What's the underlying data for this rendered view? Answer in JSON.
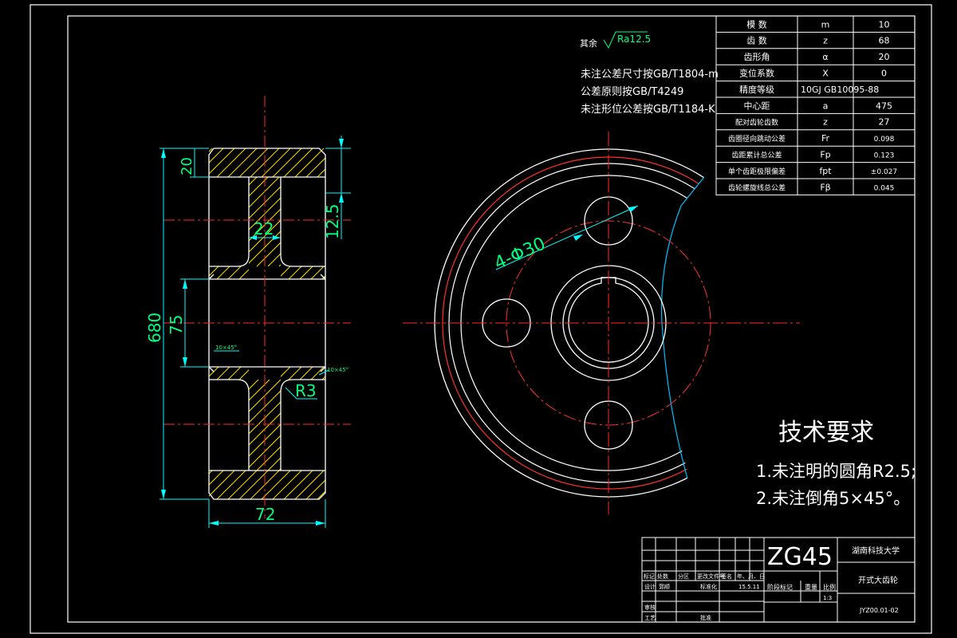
{
  "colors": {
    "background": "#000000",
    "frame": "#ffffff",
    "dimension": "#00ff7f",
    "extension": "#00ffff",
    "centerline": "#ff2a2a",
    "hatch": "#ffe000",
    "pitch_circle": "#ff3030",
    "leader": "#00bfff"
  },
  "roughness": {
    "prefix": "其余",
    "value": "Ra12.5"
  },
  "tolerance_notes": [
    "未注公差尺寸按GB/T1804-m",
    "公差原则按GB/T4249",
    "未注形位公差按GB/T1184-K"
  ],
  "gear_params": [
    {
      "name": "模  数",
      "symbol": "m",
      "value": "10"
    },
    {
      "name": "齿  数",
      "symbol": "z",
      "value": "68"
    },
    {
      "name": "齿形角",
      "symbol": "α",
      "value": "20"
    },
    {
      "name": "变位系数",
      "symbol": "X",
      "value": "0"
    },
    {
      "name": "精度等级",
      "symbol": "",
      "value": "10GJ GB10095-88"
    },
    {
      "name": "中心距",
      "symbol": "a",
      "value": "475"
    },
    {
      "name": "配对齿轮齿数",
      "symbol": "z",
      "value": "27"
    },
    {
      "name": "齿圈径向跳动公差",
      "symbol": "Fr",
      "value": "0.098"
    },
    {
      "name": "齿距累计总公差",
      "symbol": "Fp",
      "value": "0.123"
    },
    {
      "name": "单个齿距极限偏差",
      "symbol": "fpt",
      "value": "±0.027"
    },
    {
      "name": "齿轮螺旋线总公差",
      "symbol": "Fβ",
      "value": "0.045"
    }
  ],
  "dimensions": {
    "outer_diameter": "680",
    "hub_diameter": "75",
    "rim_thickness": "20",
    "web_offset": "12.5",
    "web_width": "22",
    "face_width": "72",
    "fillet": "R3",
    "chamfer_left": "10×45°",
    "chamfer_right": "10×45°",
    "holes": "4-Φ30"
  },
  "tech_requirements": {
    "title": "技术要求",
    "items": [
      "1.未注明的圆角R2.5;",
      "2.未注倒角5×45°。"
    ]
  },
  "title_block": {
    "material": "ZG45",
    "school": "湖南科技大学",
    "part_name": "开式大齿轮",
    "drawing_no": "JYZ00.01-02",
    "scale_label": "比例",
    "scale_value": "1:3",
    "weight_label": "重量",
    "stage_label": "阶段标记",
    "rev_headers": [
      "标记",
      "处数",
      "分区",
      "更改文件号",
      "签名",
      "年、月、日"
    ],
    "designer_label": "设计",
    "designer": "郭顺",
    "standard_label": "标准化",
    "date": "15.5.11",
    "reviewer_label": "审核",
    "process_label": "工艺",
    "approve_label": "批准"
  }
}
